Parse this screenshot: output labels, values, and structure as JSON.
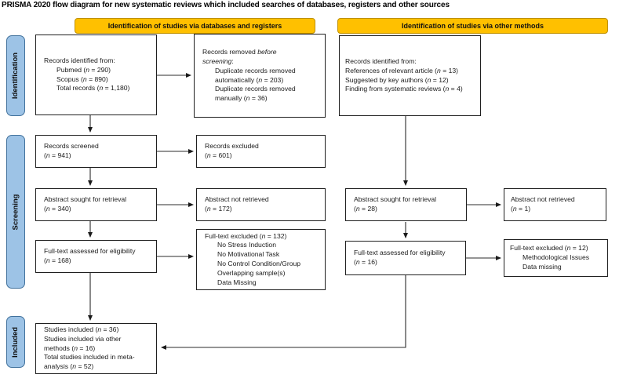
{
  "title": "PRISMA 2020 flow diagram for new systematic reviews which included searches of databases, registers and other sources",
  "colors": {
    "header_bg": "#FFC000",
    "header_border": "#BF9000",
    "stage_bg": "#9DC3E6",
    "stage_border": "#41719C",
    "box_border": "#1F1F1F",
    "arrow": "#2B2B2B"
  },
  "headers": {
    "left": "Identification of studies via databases and registers",
    "right": "Identification of studies via other methods"
  },
  "stages": {
    "identification": "Identification",
    "screening": "Screening",
    "included": "Included"
  },
  "boxes": {
    "records_db": {
      "lines": [
        {
          "text": "Records identified from:",
          "indent": 0
        },
        {
          "text": "Pubmed (*n* = 290)",
          "indent": 1
        },
        {
          "text": "Scopus (*n* = 890)",
          "indent": 1
        },
        {
          "text": "Total records (*n* = 1,180)",
          "indent": 1
        }
      ]
    },
    "records_removed": {
      "lines": [
        {
          "text": "Records removed *before*",
          "indent": 0
        },
        {
          "text": "*screening*:",
          "indent": 0
        },
        {
          "text": "Duplicate records removed",
          "indent": 1
        },
        {
          "text": "automatically (*n* = 203)",
          "indent": 1
        },
        {
          "text": "Duplicate records removed",
          "indent": 1
        },
        {
          "text": "manually (*n* = 36)",
          "indent": 1
        }
      ]
    },
    "records_other": {
      "lines": [
        {
          "text": "Records identified from:",
          "indent": 0
        },
        {
          "text": "References of relevant article (*n* = 13)",
          "indent": 0
        },
        {
          "text": "Suggested by key authors (*n* = 12)",
          "indent": 0
        },
        {
          "text": "Finding from systematic reviews (*n* = 4)",
          "indent": 0
        }
      ]
    },
    "screened": {
      "lines": [
        {
          "text": "Records screened",
          "indent": 0
        },
        {
          "text": "(*n* = 941)",
          "indent": 0
        }
      ]
    },
    "excluded": {
      "lines": [
        {
          "text": "Records excluded",
          "indent": 0
        },
        {
          "text": "(*n* = 601)",
          "indent": 0
        }
      ]
    },
    "abs_sought": {
      "lines": [
        {
          "text": "Abstract sought for retrieval",
          "indent": 0
        },
        {
          "text": "(*n* = 340)",
          "indent": 0
        }
      ]
    },
    "abs_not": {
      "lines": [
        {
          "text": "Abstract not retrieved",
          "indent": 0
        },
        {
          "text": "(*n* = 172)",
          "indent": 0
        }
      ]
    },
    "ft_assessed": {
      "lines": [
        {
          "text": "Full-text assessed for eligibility",
          "indent": 0
        },
        {
          "text": "(*n* = 168)",
          "indent": 0
        }
      ]
    },
    "ft_excluded": {
      "lines": [
        {
          "text": "Full-text excluded (*n* = 132)",
          "indent": 0
        },
        {
          "text": "No Stress Induction",
          "indent": 1
        },
        {
          "text": "No Motivational Task",
          "indent": 1
        },
        {
          "text": "No Control Condition/Group",
          "indent": 1
        },
        {
          "text": "Overlapping sample(s)",
          "indent": 1
        },
        {
          "text": "Data Missing",
          "indent": 1
        }
      ]
    },
    "included_box": {
      "lines": [
        {
          "text": "Studies included (*n* = 36)",
          "indent": 0
        },
        {
          "text": "Studies included via other",
          "indent": 0
        },
        {
          "text": "methods (*n* = 16)",
          "indent": 0
        },
        {
          "text": "Total studies included in meta-",
          "indent": 0
        },
        {
          "text": "analysis (*n* = 52)",
          "indent": 0
        }
      ]
    },
    "abs_sought_r": {
      "lines": [
        {
          "text": "Abstract sought for retrieval",
          "indent": 0
        },
        {
          "text": "(*n* = 28)",
          "indent": 0
        }
      ]
    },
    "abs_not_r": {
      "lines": [
        {
          "text": "Abstract not retrieved",
          "indent": 0
        },
        {
          "text": "(*n* = 1)",
          "indent": 0
        }
      ]
    },
    "ft_assessed_r": {
      "lines": [
        {
          "text": "Full-text assessed for eligibility",
          "indent": 0
        },
        {
          "text": "(*n* = 16)",
          "indent": 0
        }
      ]
    },
    "ft_excluded_r": {
      "lines": [
        {
          "text": "Full-text excluded (*n* = 12)",
          "indent": 0
        },
        {
          "text": "Methodological Issues",
          "indent": 1
        },
        {
          "text": "Data missing",
          "indent": 1
        }
      ]
    }
  }
}
